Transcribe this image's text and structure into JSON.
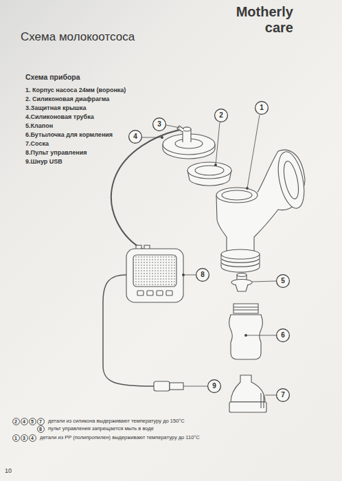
{
  "diagram": {
    "title": "Схема молокоотсоса",
    "nodes": [
      {
        "text": [
          "1"
        ]
      },
      {
        "text": [
          "2"
        ]
      },
      {
        "text": [
          "3"
        ]
      },
      {
        "text": [
          "4"
        ]
      },
      {
        "text": [
          "5"
        ]
      },
      {
        "text": [
          "6"
        ]
      },
      {
        "text": [
          "7"
        ]
      },
      {
        "text": [
          "8"
        ]
      },
      {
        "text": [
          "9"
        ]
      },
      {
        "text": [
          "2"
        ]
      },
      {
        "text": [
          "4"
        ]
      },
      {
        "text": [
          "5"
        ]
      },
      {
        "text": [
          "7"
        ]
      },
      {
        "text": [
          "8"
        ]
      },
      {
        "text": [
          "1"
        ]
      },
      {
        "text": [
          "3"
        ]
      },
      {
        "text": [
          "4"
        ]
      }
    ],
    "labels": [
      "Motherly care",
      "Схема прибора",
      "1. Корпус насоса 24мм (воронка)",
      "2. Силиконовая диафрагма",
      "3.Защитная крышка",
      "4.Силиконовая трубка",
      "5.Клапон",
      "6.Бутылочка для кормления",
      "7.Соска",
      "8.Пульт управления",
      "9.Шнур USB",
      "детали из силикона выдерживают температуру до 150°C",
      "пульт управления запрещается мыть в воде",
      "детали из PP (полипропилен) выдерживают температуру до 110°C",
      "10"
    ]
  }
}
